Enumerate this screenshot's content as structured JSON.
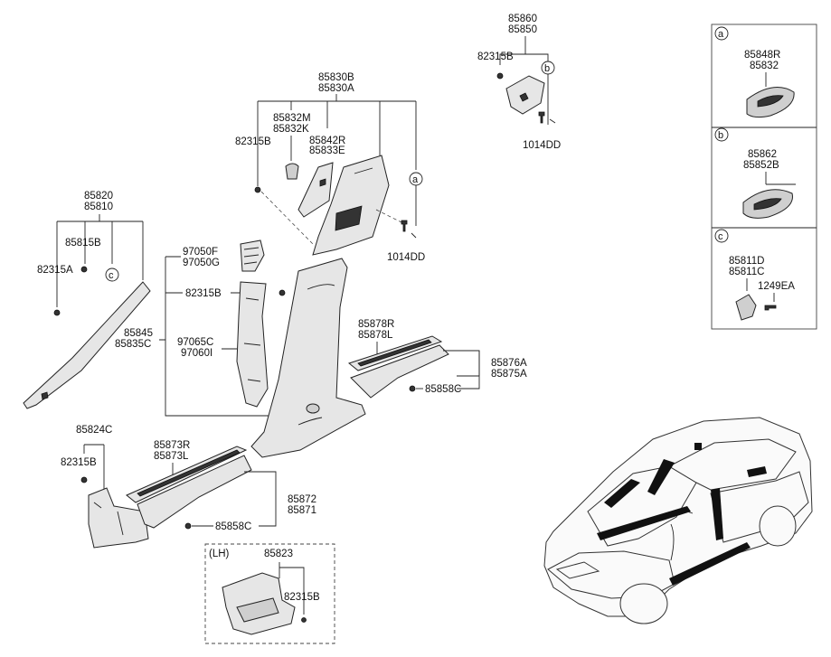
{
  "labels": {
    "l85860": "85860",
    "l85850": "85850",
    "l82315B_top": "82315B",
    "l1014DD_top": "1014DD",
    "l85830B": "85830B",
    "l85830A": "85830A",
    "l85832M": "85832M",
    "l85832K": "85832K",
    "l82315B_pillar": "82315B",
    "l85842R": "85842R",
    "l85833E": "85833E",
    "l1014DD_mid": "1014DD",
    "l85820": "85820",
    "l85810": "85810",
    "l85815B": "85815B",
    "l82315A": "82315A",
    "l97050F": "97050F",
    "l97050G": "97050G",
    "l82315B_center": "82315B",
    "l85845": "85845",
    "l85835C": "85835C",
    "l97065C": "97065C",
    "l97060I": "97060I",
    "l85878R": "85878R",
    "l85878L": "85878L",
    "l85876A": "85876A",
    "l85875A": "85875A",
    "l85858C_right": "85858C",
    "l85824C": "85824C",
    "l82315B_kick": "82315B",
    "l85873R": "85873R",
    "l85873L": "85873L",
    "l85872": "85872",
    "l85871": "85871",
    "l85858C_low": "85858C",
    "lLH": "(LH)",
    "l85823": "85823",
    "l82315B_lh": "82315B"
  },
  "callouts": {
    "a": "a",
    "b": "b",
    "c": "c"
  },
  "legend": {
    "a": {
      "key": "a",
      "line1": "85848R",
      "line2": "85832"
    },
    "b": {
      "key": "b",
      "line1": "85862",
      "line2": "85852B"
    },
    "c": {
      "key": "c",
      "line1": "85811D",
      "line2": "85811C",
      "line3": "1249EA"
    }
  }
}
